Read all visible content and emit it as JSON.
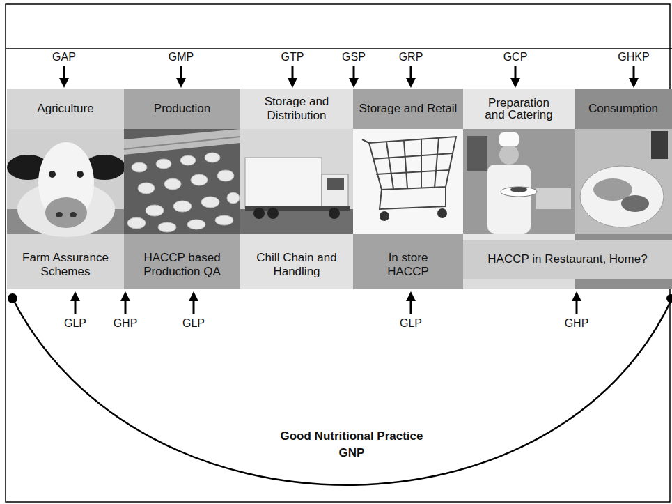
{
  "diagram": {
    "nodes": [
      {
        "text": [
          "Agriculture"
        ]
      },
      {
        "text": [
          "Production"
        ]
      },
      {
        "text": [
          "Storage and Distribution"
        ]
      },
      {
        "text": [
          "Storage and Retail"
        ]
      },
      {
        "text": [
          "Preparation and Catering"
        ]
      },
      {
        "text": [
          "Consumption"
        ]
      },
      {
        "text": [
          "Farm Assurance Schemes"
        ]
      },
      {
        "text": [
          "HACCP based Production QA"
        ]
      },
      {
        "text": [
          "Chill Chain and Handling"
        ]
      },
      {
        "text": [
          "In store HACCP"
        ]
      },
      {
        "text": [
          "HACCP in Restaurant, Home?"
        ]
      }
    ],
    "labels": [
      "GAP",
      "GMP",
      "GTP",
      "GSP",
      "GRP",
      "GCP",
      "GHKP",
      "GLP",
      "GHP",
      "GLP",
      "GLP",
      "GHP",
      "Good Nutritional Practice",
      "GNP"
    ]
  }
}
